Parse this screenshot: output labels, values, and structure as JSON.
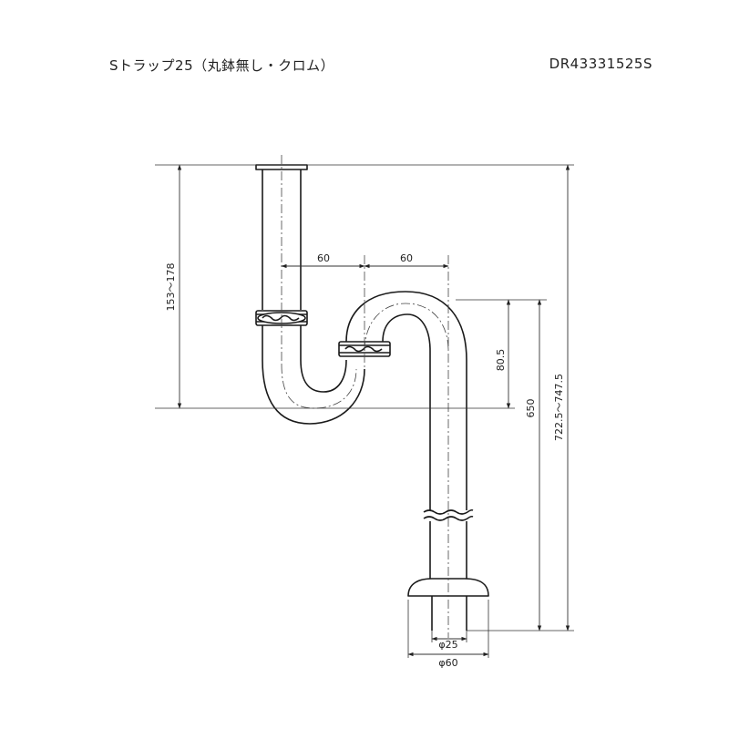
{
  "header": {
    "title": "Sトラップ25（丸鉢無し・クロム）",
    "product_code": "DR43331525S"
  },
  "dimensions": {
    "offset_left": "60",
    "offset_right": "60",
    "height_upper_range": "153～178",
    "drop_805": "80.5",
    "height_650": "650",
    "height_total_range": "722.5～747.5",
    "pipe_diameter": "φ25",
    "flange_diameter": "φ60"
  },
  "colors": {
    "line": "#1a1a1a",
    "dim_line": "#333333"
  }
}
